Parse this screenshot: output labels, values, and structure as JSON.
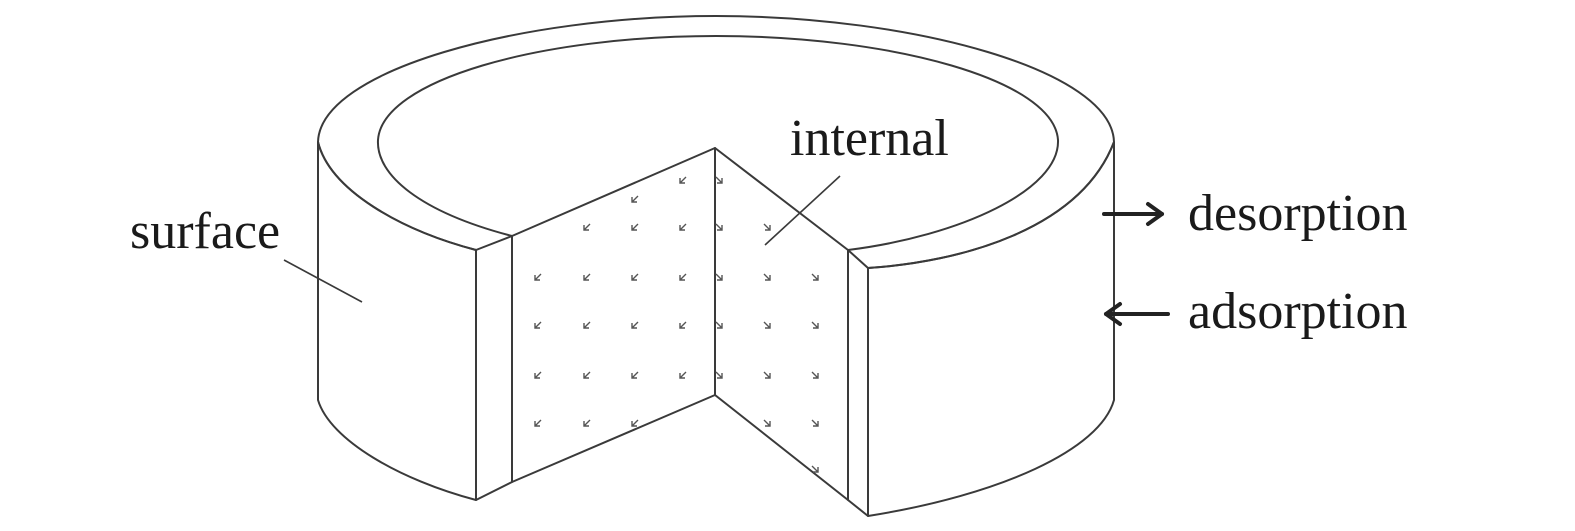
{
  "labels": {
    "surface": "surface",
    "internal": "internal",
    "desorption": "desorption",
    "adsorption": "adsorption"
  }
}
